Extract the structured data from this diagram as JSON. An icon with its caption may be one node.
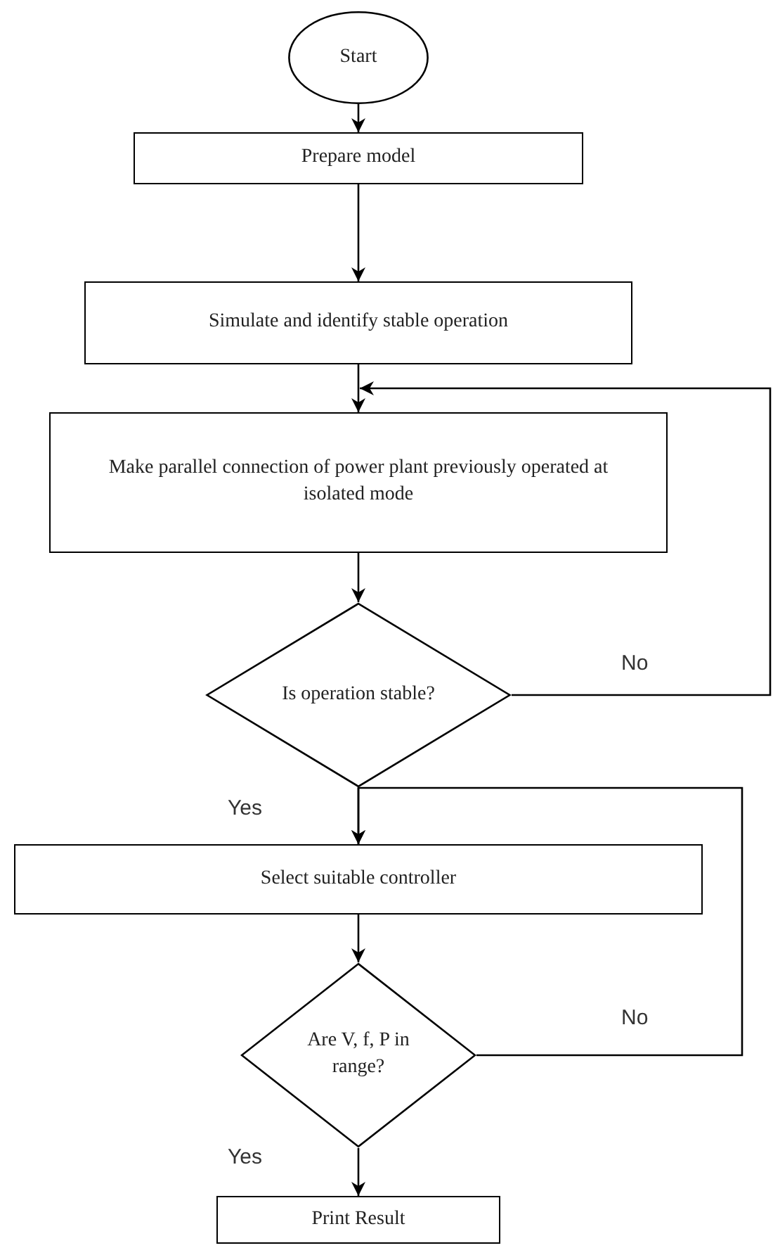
{
  "diagram": {
    "nodes": [
      {
        "text": [
          "Start"
        ]
      },
      {
        "text": [
          "Prepare model"
        ]
      },
      {
        "text": [
          "Simulate and identify stable operation"
        ]
      },
      {
        "text": [
          "Make parallel connection of power plant previously operated at isolated mode"
        ]
      },
      {
        "text": [
          "Is operation stable?"
        ]
      },
      {
        "text": [
          "Select suitable controller"
        ]
      },
      {
        "text": [
          "Are V, f, P in range?"
        ]
      },
      {
        "text": [
          "Print Result"
        ]
      }
    ],
    "edges": [
      {
        "from": 0,
        "to": 1,
        "arrow": "to"
      },
      {
        "from": 1,
        "to": 2,
        "arrow": "to"
      },
      {
        "from": 2,
        "to": 3,
        "arrow": "to"
      },
      {
        "from": 3,
        "to": 4,
        "arrow": "to"
      },
      {
        "from": 4,
        "to": 5,
        "arrow": "to",
        "label": "Yes"
      },
      {
        "from": 4,
        "to": 3,
        "arrow": "to",
        "label": "No"
      },
      {
        "from": 5,
        "to": 6,
        "arrow": "to"
      },
      {
        "from": 6,
        "to": 7,
        "arrow": "to",
        "label": "Yes"
      },
      {
        "from": 6,
        "to": 5,
        "arrow": "to",
        "label": "No"
      }
    ]
  }
}
